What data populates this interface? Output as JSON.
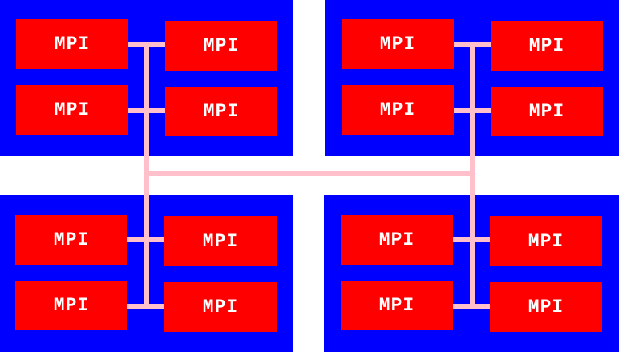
{
  "diagram": {
    "colors": {
      "node": "#0000ff",
      "process": "#ff0000",
      "process_text": "#ffffff",
      "interconnect": "#ffc0cb",
      "background": "#ffffff"
    },
    "nodes": [
      {
        "processes": [
          {
            "label": "MPI"
          },
          {
            "label": "MPI"
          },
          {
            "label": "MPI"
          },
          {
            "label": "MPI"
          }
        ]
      },
      {
        "processes": [
          {
            "label": "MPI"
          },
          {
            "label": "MPI"
          },
          {
            "label": "MPI"
          },
          {
            "label": "MPI"
          }
        ]
      },
      {
        "processes": [
          {
            "label": "MPI"
          },
          {
            "label": "MPI"
          },
          {
            "label": "MPI"
          },
          {
            "label": "MPI"
          }
        ]
      },
      {
        "processes": [
          {
            "label": "MPI"
          },
          {
            "label": "MPI"
          },
          {
            "label": "MPI"
          },
          {
            "label": "MPI"
          }
        ]
      }
    ]
  }
}
